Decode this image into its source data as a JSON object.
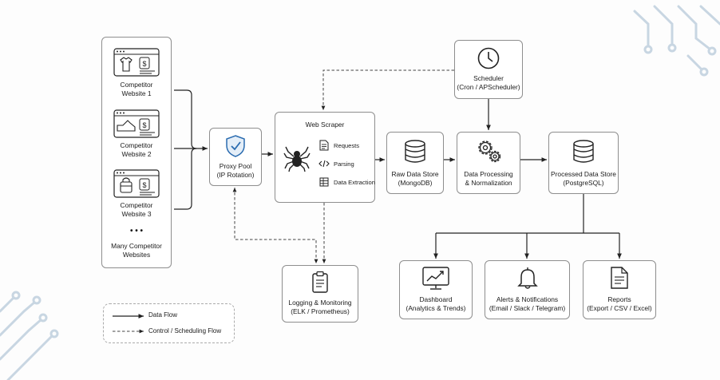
{
  "competitors": {
    "site1": [
      "Competitor",
      "Website 1"
    ],
    "site2": [
      "Competitor",
      "Website 2"
    ],
    "site3": [
      "Competitor",
      "Website 3"
    ],
    "ellipsis": "• • •",
    "many": [
      "Many Competitor",
      "Websites"
    ]
  },
  "proxy_pool": [
    "Proxy Pool",
    "(IP Rotation)"
  ],
  "web_scraper": {
    "title": "Web Scraper",
    "items": [
      "Requests",
      "Parsing",
      "Data Extraction"
    ]
  },
  "raw_store": [
    "Raw Data Store",
    "(MongoDB)"
  ],
  "scheduler": [
    "Scheduler",
    "(Cron / APScheduler)"
  ],
  "processing": [
    "Data Processing",
    "& Normalization"
  ],
  "processed_store": [
    "Processed Data Store",
    "(PostgreSQL)"
  ],
  "logging": [
    "Logging & Monitoring",
    "(ELK / Prometheus)"
  ],
  "dashboard": [
    "Dashboard",
    "(Analytics & Trends)"
  ],
  "alerts": [
    "Alerts & Notifications",
    "(Email / Slack / Telegram)"
  ],
  "reports": [
    "Reports",
    "(Export / CSV / Excel)"
  ],
  "legend": {
    "data_flow": "Data Flow",
    "control_flow": "Control / Scheduling Flow"
  },
  "colors": {
    "line": "#222222",
    "box_border": "#8e8e8e",
    "accent": "#2b6cb0",
    "deco": "#c3d3e0"
  }
}
